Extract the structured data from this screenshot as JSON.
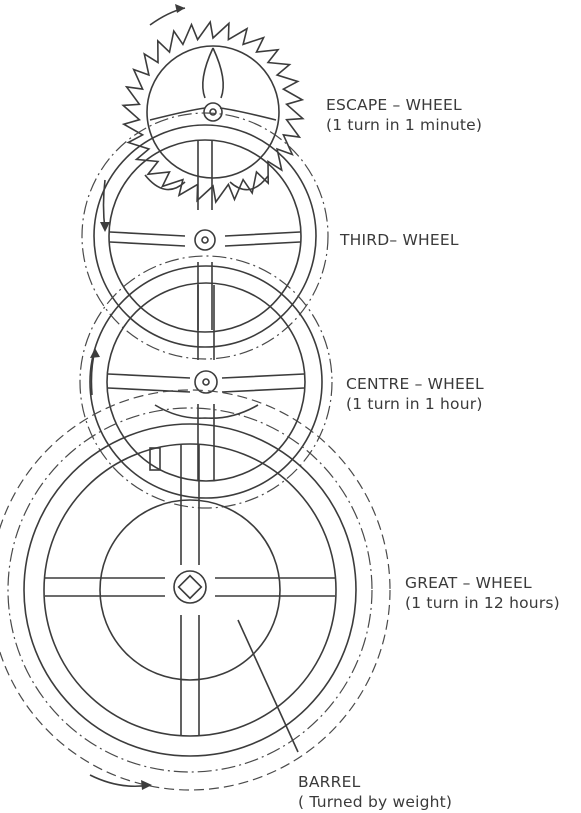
{
  "labels": {
    "escape_wheel": {
      "name": "ESCAPE – WHEEL",
      "note": "(1 turn in 1 minute)"
    },
    "third_wheel": {
      "name": "THIRD– WHEEL"
    },
    "centre_wheel": {
      "name": "CENTRE – WHEEL",
      "note": "(1 turn in 1 hour)"
    },
    "great_wheel": {
      "name": "GREAT – WHEEL",
      "note": "(1 turn in 12 hours)"
    },
    "barrel": {
      "name": "BARREL",
      "note": "( Turned by weight)"
    }
  },
  "colors": {
    "ink": "#3c3c3c",
    "background": "#ffffff"
  }
}
